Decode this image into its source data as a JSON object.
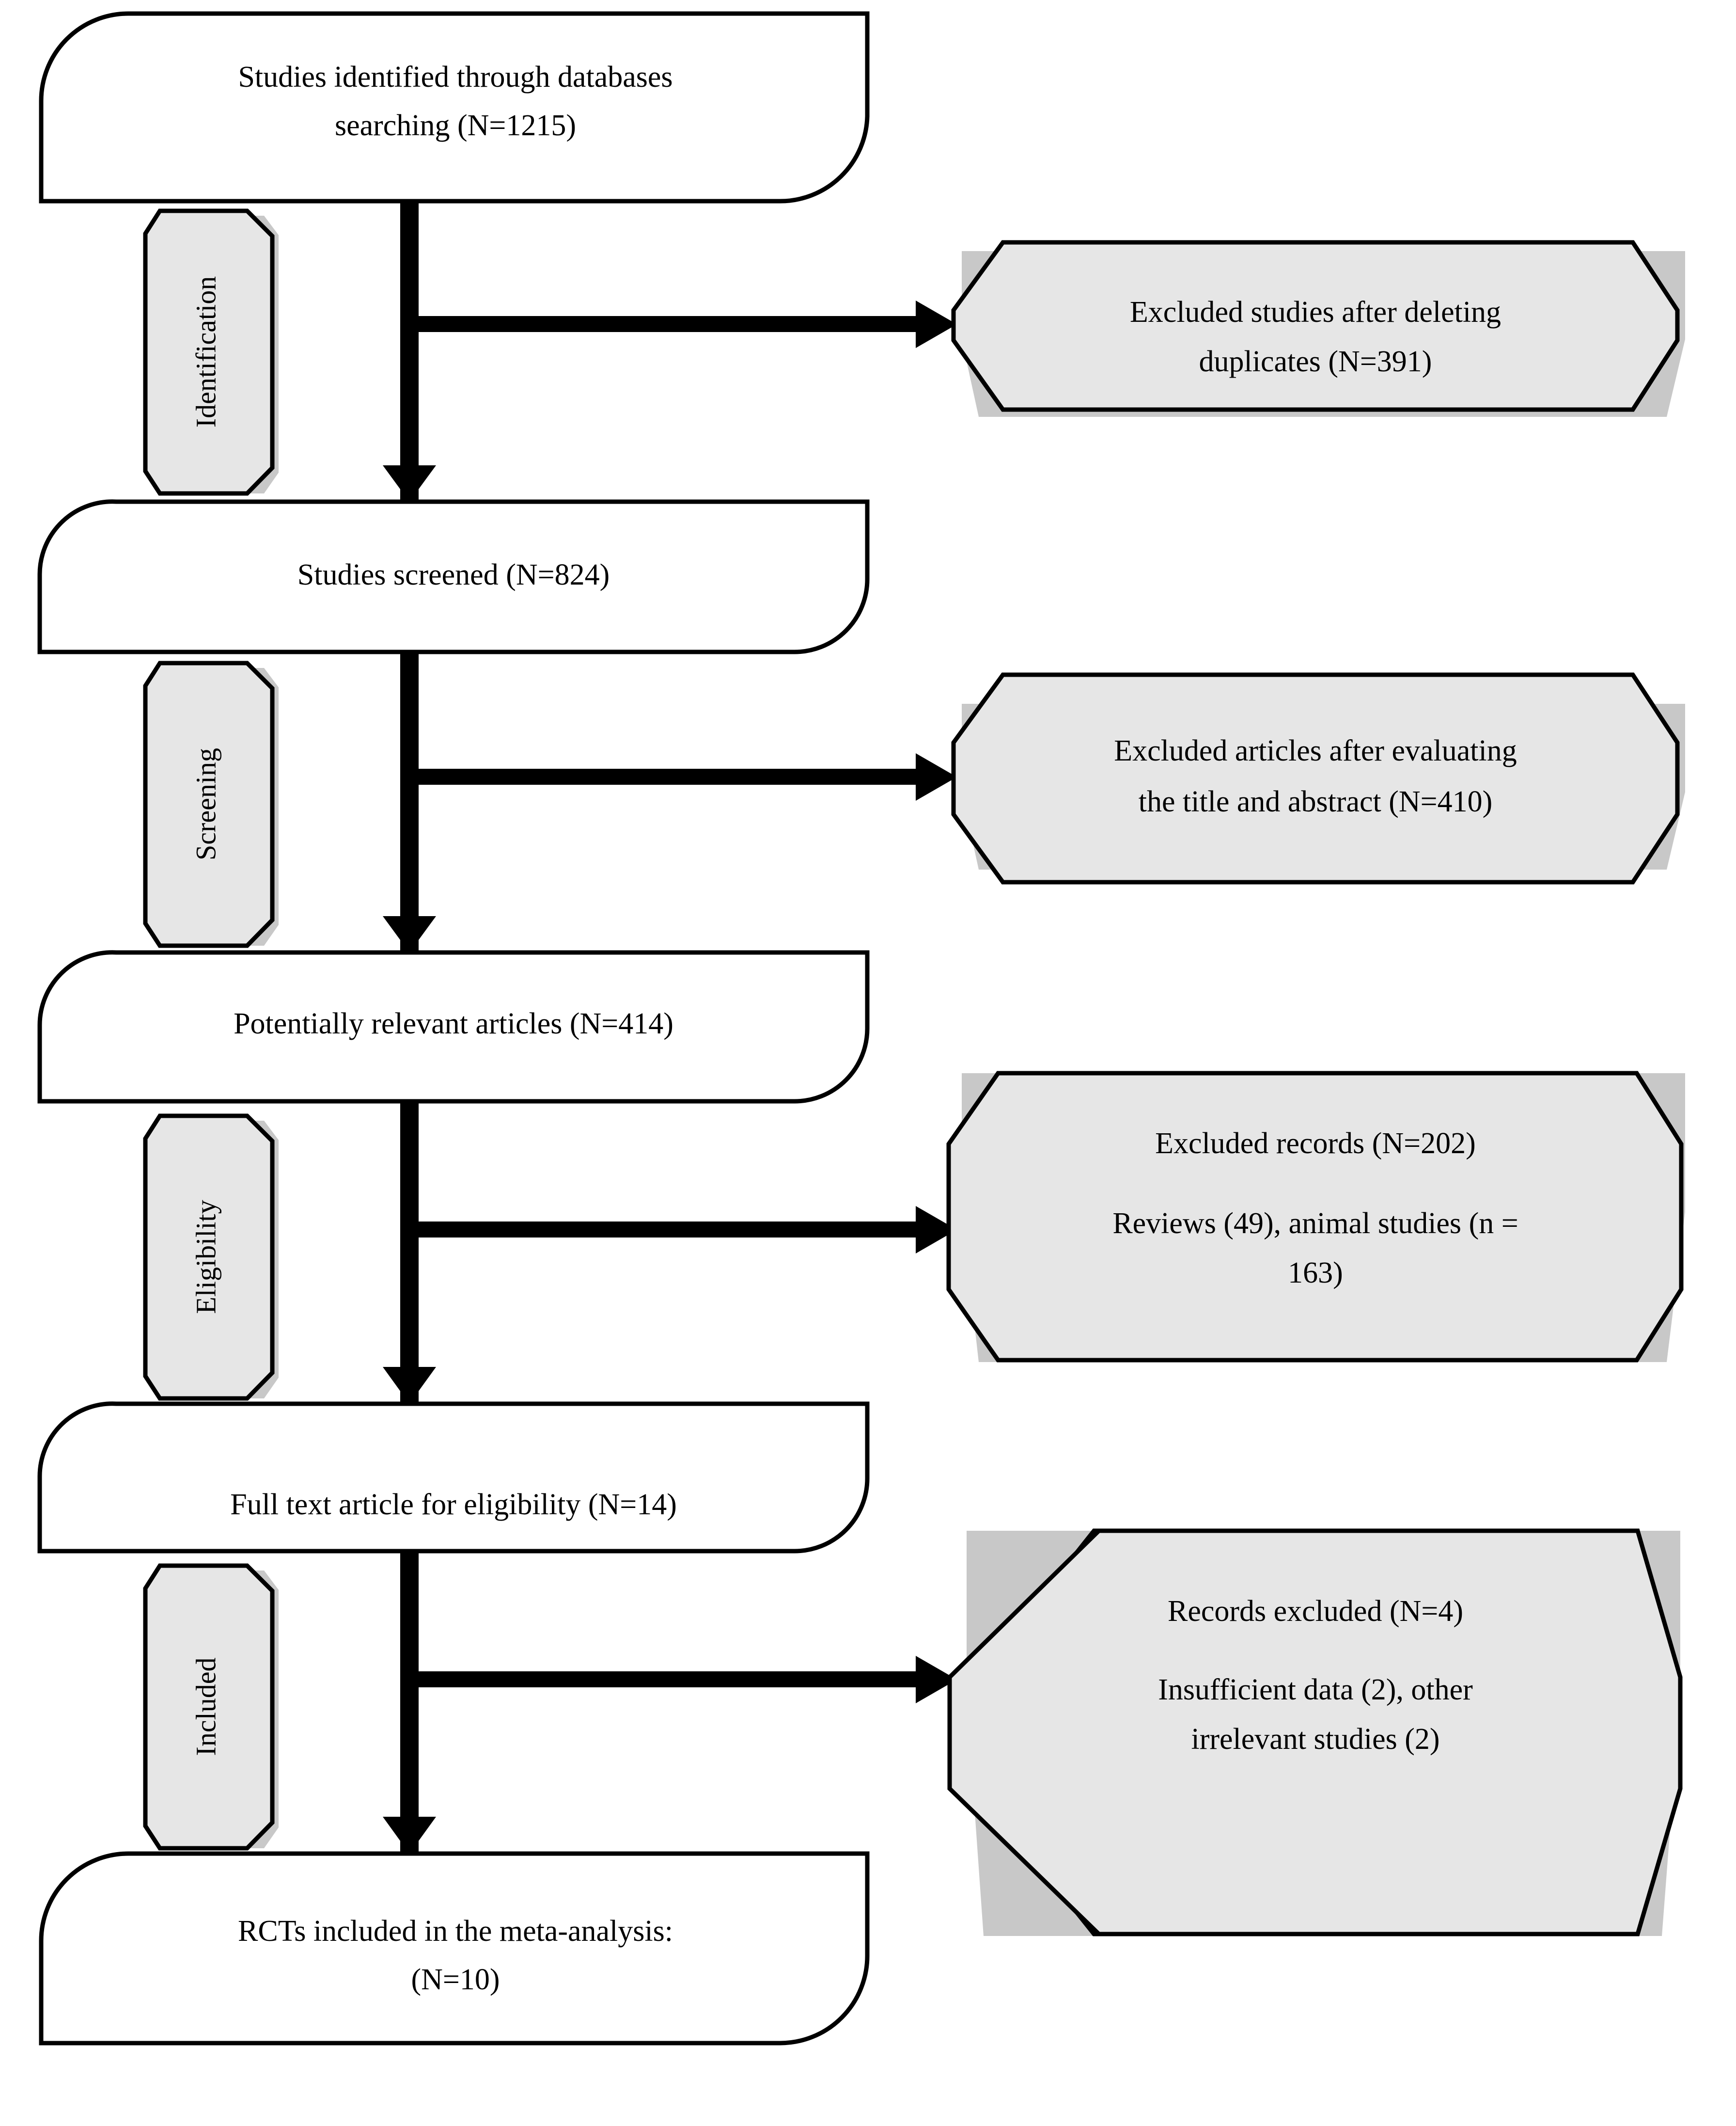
{
  "diagram": {
    "title": "PRISMA study selection flow diagram",
    "colors": {
      "outline": "#000000",
      "stage_fill": "#e6e6e6",
      "main_fill": "#ffffff",
      "shadow": "#9b9b9b"
    }
  },
  "stages": [
    {
      "id": "identification",
      "label": "Identification"
    },
    {
      "id": "screening",
      "label": "Screening"
    },
    {
      "id": "eligibility",
      "label": "Eligibility"
    },
    {
      "id": "included",
      "label": "Included"
    }
  ],
  "main_boxes": [
    {
      "id": "identified",
      "line1": "Studies identified through databases",
      "line2": "searching (N=1215)",
      "count": 1215
    },
    {
      "id": "screened",
      "line1": "Studies screened (N=824)",
      "line2": "",
      "count": 824
    },
    {
      "id": "potentially-relevant",
      "line1": "Potentially relevant articles (N=414)",
      "line2": "",
      "count": 414
    },
    {
      "id": "full-text",
      "line1": "Full text article for eligibility (N=14)",
      "line2": "",
      "count": 14
    },
    {
      "id": "included-final",
      "line1": "RCTs included in the meta-analysis:",
      "line2": "(N=10)",
      "count": 10
    }
  ],
  "exclusion_boxes": [
    {
      "id": "excluded-duplicates",
      "line1": "Excluded studies after deleting",
      "line2": "duplicates (N=391)",
      "line3": "",
      "line4": "",
      "count": 391
    },
    {
      "id": "excluded-title-abstract",
      "line1": "Excluded articles after evaluating",
      "line2": "the title and abstract (N=410)",
      "line3": "",
      "line4": "",
      "count": 410
    },
    {
      "id": "excluded-records-202",
      "line1": "Excluded records (N=202)",
      "line2": "",
      "line3": "Reviews (49), animal studies (n =",
      "line4": "163)",
      "count": 202
    },
    {
      "id": "excluded-records-4",
      "line1": "Records excluded (N=4)",
      "line2": "",
      "line3": "Insufficient data (2), other",
      "line4": "irrelevant studies (2)",
      "count": 4
    }
  ]
}
